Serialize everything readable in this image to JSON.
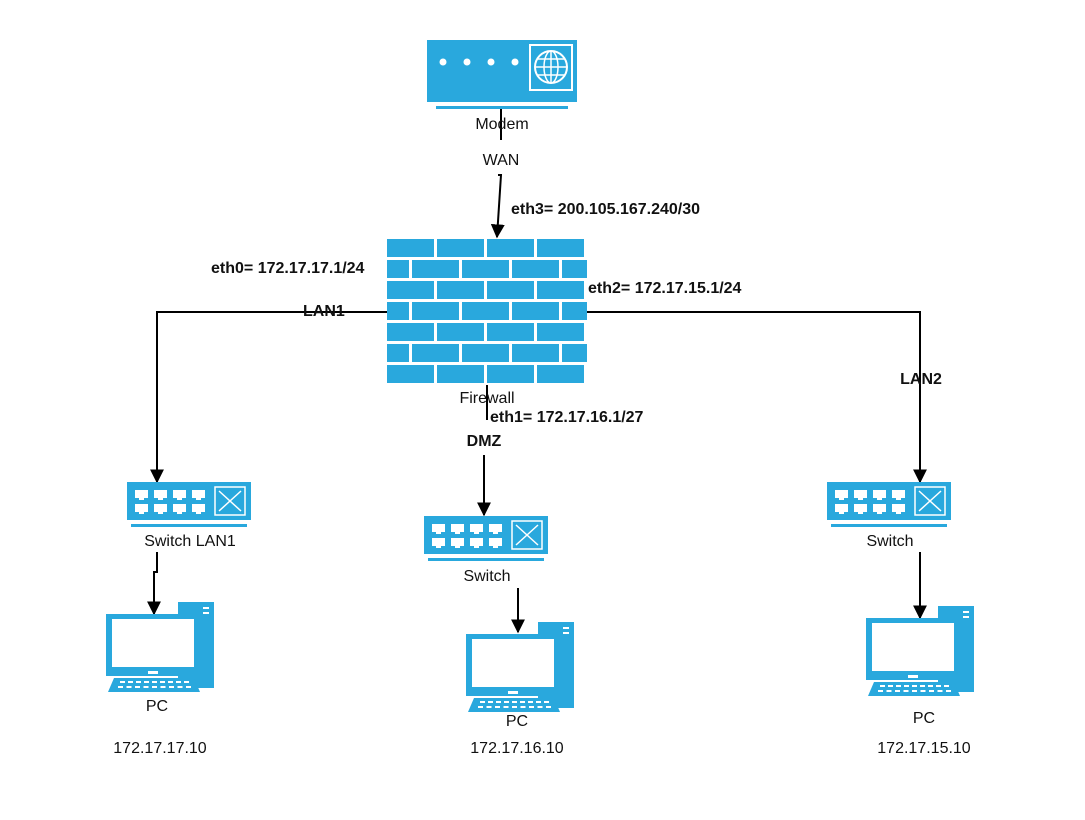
{
  "colors": {
    "device": "#29a8dd",
    "device_dark": "#1d8fc0",
    "line": "#000000",
    "background": "#ffffff"
  },
  "devices": {
    "modem": {
      "label": "Modem",
      "icon": "modem-icon"
    },
    "firewall": {
      "label": "Firewall",
      "icon": "firewall-icon"
    },
    "switch_lan1": {
      "label": "Switch LAN1",
      "icon": "switch-icon"
    },
    "switch_dmz": {
      "label": "Switch",
      "icon": "switch-icon"
    },
    "switch_lan2": {
      "label": "Switch",
      "icon": "switch-icon"
    },
    "pc_lan1": {
      "label": "PC",
      "ip": "172.17.17.10",
      "icon": "pc-icon"
    },
    "pc_dmz": {
      "label": "PC",
      "ip": "172.17.16.10",
      "icon": "pc-icon"
    },
    "pc_lan2": {
      "label": "PC",
      "ip": "172.17.15.10",
      "icon": "pc-icon"
    }
  },
  "links": {
    "wan": {
      "name": "WAN",
      "interface": "eth3= 200.105.167.240/30"
    },
    "lan1": {
      "name": "LAN1",
      "interface": "eth0= 172.17.17.1/24"
    },
    "lan2": {
      "name": "LAN2",
      "interface": "eth2= 172.17.15.1/24"
    },
    "dmz": {
      "name": "DMZ",
      "interface": "eth1= 172.17.16.1/27"
    }
  }
}
